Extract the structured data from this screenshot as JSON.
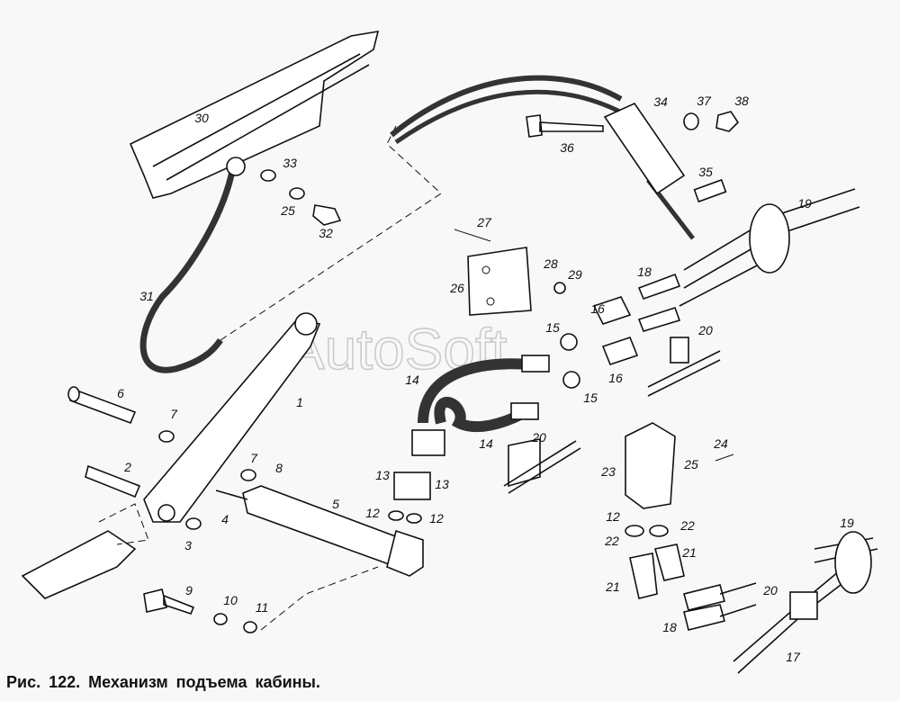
{
  "figure": {
    "caption": "Рис. 122. Механизм подъема кабины.",
    "watermark": "AutoSoft"
  },
  "labels": [
    "30",
    "33",
    "25",
    "32",
    "31",
    "6",
    "7",
    "2",
    "1",
    "7",
    "8",
    "3",
    "4",
    "5",
    "9",
    "10",
    "11",
    "27",
    "26",
    "28",
    "29",
    "34",
    "37",
    "38",
    "36",
    "35",
    "19",
    "18",
    "16",
    "15",
    "16",
    "15",
    "20",
    "14",
    "14",
    "13",
    "13",
    "12",
    "12",
    "23",
    "24",
    "25",
    "12",
    "22",
    "22",
    "21",
    "21",
    "18",
    "19",
    "20",
    "17",
    "20"
  ]
}
